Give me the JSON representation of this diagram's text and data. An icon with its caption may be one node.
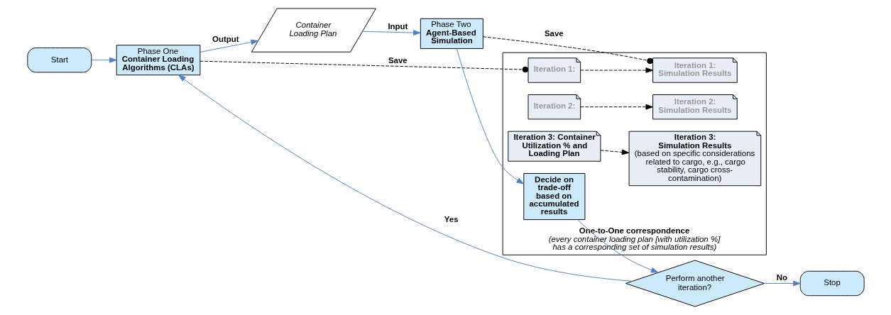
{
  "diagram": {
    "nodes": [
      {
        "text": [
          "Start"
        ]
      },
      {
        "text": [
          "Phase One",
          "Container Loading Algorithms (CLAs)"
        ]
      },
      {
        "text": [
          "Container Loading Plan"
        ]
      },
      {
        "text": [
          "Phase Two",
          "Agent-Based Simulation"
        ]
      },
      {
        "text": [
          "Perform another iteration?"
        ]
      },
      {
        "text": [
          "Stop"
        ]
      },
      {
        "text": [
          "One-to-One correspondence",
          "(every container loading plan [with utilization %] has a corresponding set of simulation results)"
        ]
      },
      {
        "text": [
          "Iteration 1:"
        ],
        "in": 6
      },
      {
        "text": [
          "Iteration 2:"
        ],
        "in": 6
      },
      {
        "text": [
          "Iteration 3: Container Utilization % and Loading Plan"
        ],
        "in": 6
      },
      {
        "text": [
          "Iteration 1: Simulation Results"
        ],
        "in": 6
      },
      {
        "text": [
          "Iteration 2: Simulation Results"
        ],
        "in": 6
      },
      {
        "text": [
          "Iteration 3: Simulation Results",
          "(based on specific considerations related to cargo, e.g., cargo stability, cargo cross-contamination)"
        ],
        "in": 6
      },
      {
        "text": [
          "Decide on trade-off based on accumulated results"
        ],
        "in": 6
      }
    ],
    "edges": [
      {
        "from": 0,
        "to": 1,
        "arrow": "to"
      },
      {
        "from": 1,
        "to": 2,
        "arrow": "to",
        "label": "Output"
      },
      {
        "from": 2,
        "to": 3,
        "arrow": "to",
        "label": "Input"
      },
      {
        "from": 3,
        "to": 13,
        "arrow": "to"
      },
      {
        "from": 13,
        "to": 4,
        "arrow": "to"
      },
      {
        "from": 4,
        "to": 1,
        "arrow": "to",
        "label": "Yes"
      },
      {
        "from": 4,
        "to": 5,
        "arrow": "to",
        "label": "No"
      },
      {
        "from": 1,
        "to": 7,
        "arrow": "other",
        "label": "Save",
        "style": "dashed",
        "color": "#000000"
      },
      {
        "from": 3,
        "to": 10,
        "arrow": "other",
        "label": "Save",
        "style": "dashed",
        "color": "#000000"
      },
      {
        "from": 7,
        "to": 10,
        "arrow": "to",
        "style": "dashed",
        "color": "#000000"
      },
      {
        "from": 8,
        "to": 11,
        "arrow": "to",
        "style": "dashed",
        "color": "#000000"
      },
      {
        "from": 9,
        "to": 12,
        "arrow": "to",
        "style": "dashed",
        "color": "#000000"
      }
    ]
  }
}
